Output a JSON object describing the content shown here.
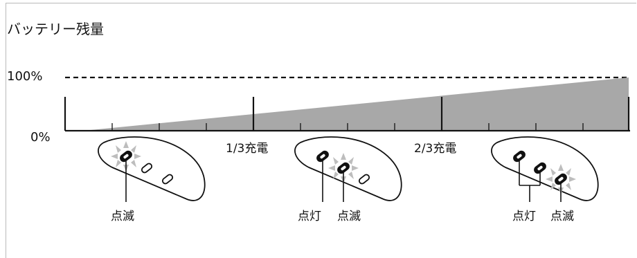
{
  "diagram": {
    "title": "バッテリー残量",
    "level_high": "100%",
    "level_low": "0%",
    "milestones": [
      "1/3充電",
      "2/3充電"
    ],
    "indicators": [
      {
        "stage": 1,
        "labels": [
          "点滅"
        ]
      },
      {
        "stage": 2,
        "labels": [
          "点灯",
          "点滅"
        ]
      },
      {
        "stage": 3,
        "labels": [
          "点灯",
          "点滅"
        ]
      }
    ],
    "colors": {
      "fill": "#a8a8a8",
      "line": "#111111",
      "frame": "#b9b9b9"
    }
  }
}
